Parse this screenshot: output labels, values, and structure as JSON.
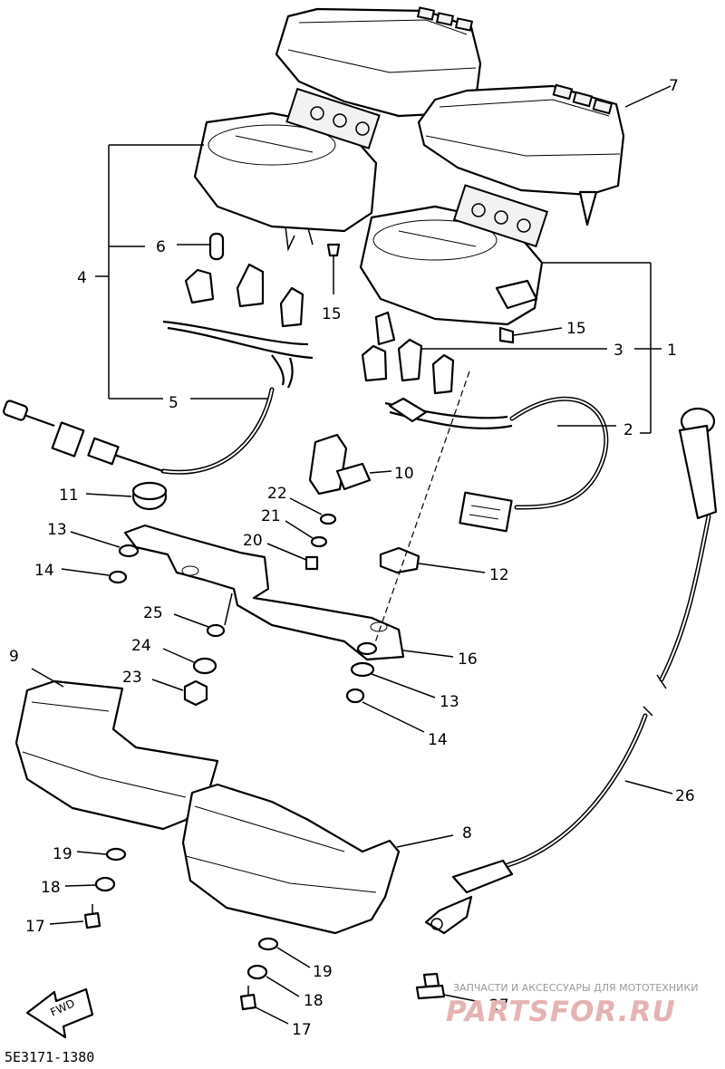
{
  "labels": [
    {
      "id": "7",
      "text": "7"
    },
    {
      "id": "1",
      "text": "1"
    },
    {
      "id": "2",
      "text": "2"
    },
    {
      "id": "3",
      "text": "3"
    },
    {
      "id": "4",
      "text": "4"
    },
    {
      "id": "5",
      "text": "5"
    },
    {
      "id": "6",
      "text": "6"
    },
    {
      "id": "8",
      "text": "8"
    },
    {
      "id": "9",
      "text": "9"
    },
    {
      "id": "10",
      "text": "10"
    },
    {
      "id": "11",
      "text": "11"
    },
    {
      "id": "12",
      "text": "12"
    },
    {
      "id": "13a",
      "text": "13"
    },
    {
      "id": "13b",
      "text": "13"
    },
    {
      "id": "14a",
      "text": "14"
    },
    {
      "id": "14b",
      "text": "14"
    },
    {
      "id": "15a",
      "text": "15"
    },
    {
      "id": "15b",
      "text": "15"
    },
    {
      "id": "16",
      "text": "16"
    },
    {
      "id": "17a",
      "text": "17"
    },
    {
      "id": "17b",
      "text": "17"
    },
    {
      "id": "18a",
      "text": "18"
    },
    {
      "id": "18b",
      "text": "18"
    },
    {
      "id": "19a",
      "text": "19"
    },
    {
      "id": "19b",
      "text": "19"
    },
    {
      "id": "20",
      "text": "20"
    },
    {
      "id": "21",
      "text": "21"
    },
    {
      "id": "22",
      "text": "22"
    },
    {
      "id": "23",
      "text": "23"
    },
    {
      "id": "24",
      "text": "24"
    },
    {
      "id": "25",
      "text": "25"
    },
    {
      "id": "26",
      "text": "26"
    },
    {
      "id": "27",
      "text": "27"
    }
  ],
  "fwd_arrow_text": "FWD",
  "diagram_code": "5E3171-1380",
  "watermark": {
    "tagline": "ЗАПЧАСТИ И АКСЕССУАРЫ ДЛЯ МОТОТЕХНИКИ",
    "brand": "PARTSFOR.RU"
  }
}
